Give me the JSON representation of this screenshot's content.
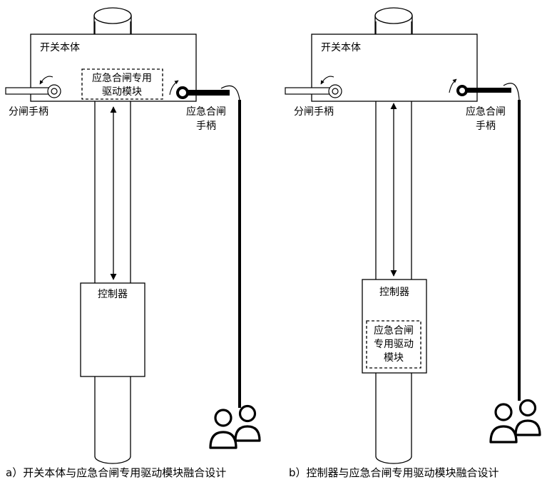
{
  "panels": [
    {
      "switch_body": "开关本体",
      "driver_module_line1": "应急合闸专用",
      "driver_module_line2": "驱动模块",
      "opening_handle": "分闸手柄",
      "emergency_handle_line1": "应急合闸",
      "emergency_handle_line2": "手柄",
      "controller": "控制器",
      "caption": "a）开关本体与应急合闸专用驱动模块融合设计"
    },
    {
      "switch_body": "开关本体",
      "opening_handle": "分闸手柄",
      "emergency_handle_line1": "应急合闸",
      "emergency_handle_line2": "手柄",
      "controller": "控制器",
      "driver_module_line1": "应急合闸",
      "driver_module_line2": "专用驱动",
      "driver_module_line3": "模块",
      "caption": "b）控制器与应急合闸专用驱动模块融合设计"
    }
  ],
  "icons": {
    "people": "users-icon",
    "rotation": "rotation-arrow-icon",
    "link": "double-arrow-icon"
  }
}
